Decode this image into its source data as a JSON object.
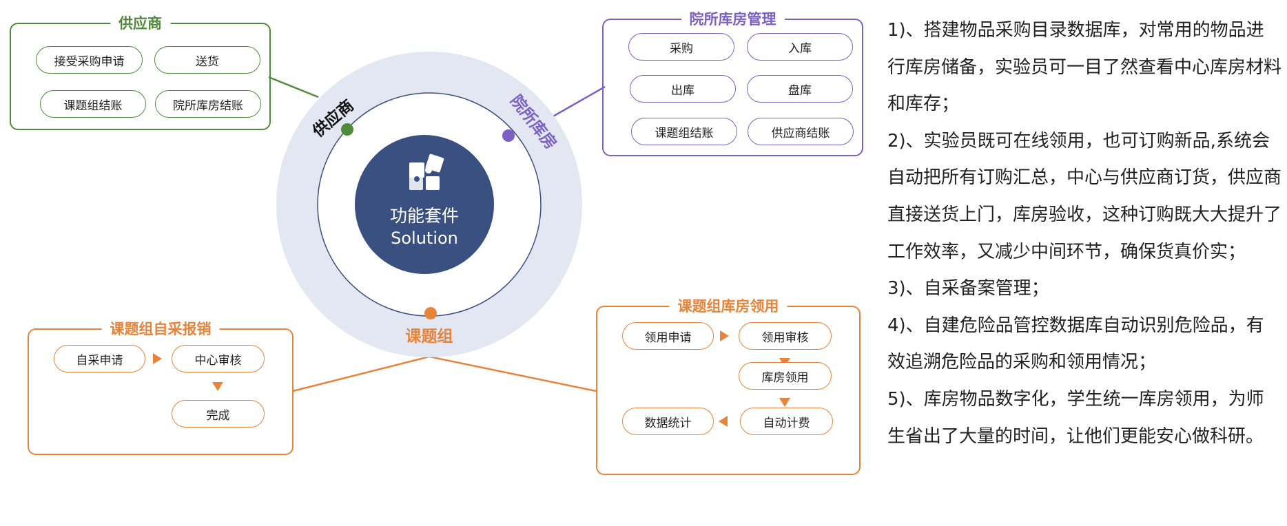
{
  "center": {
    "line1": "功能套件",
    "line2": "Solution"
  },
  "ring_labels": {
    "supplier": "供应商",
    "institute": "院所库房",
    "group": "课题组"
  },
  "supplier_box": {
    "title": "供应商",
    "items": [
      "接受采购申请",
      "送货",
      "课题组结账",
      "院所库房结账"
    ]
  },
  "institute_box": {
    "title": "院所库房管理",
    "items": [
      "采购",
      "入库",
      "出库",
      "盘库",
      "课题组结账",
      "供应商结账"
    ]
  },
  "self_purchase_box": {
    "title": "课题组自采报销",
    "items": [
      "自采申请",
      "中心审核",
      "完成"
    ]
  },
  "group_store_box": {
    "title": "课题组库房领用",
    "items": [
      "领用申请",
      "领用审核",
      "库房领用",
      "自动计费",
      "数据统计"
    ]
  },
  "description": [
    "1)、搭建物品采购目录数据库，对常用的物品进行库房储备，实验员可一目了然查看中心库房材料和库存；",
    "2)、实验员既可在线领用，也可订购新品,系统会自动把所有订购汇总，中心与供应商订货，供应商直接送货上门，库房验收，这种订购既大大提升了工作效率，又减少中间环节，确保货真价实；",
    "3)、自采备案管理；",
    "4)、自建危险品管控数据库自动识别危险品，有效追溯危险品的采购和领用情况；",
    "5)、库房物品数字化，学生统一库房领用，为师生省出了大量的时间，让他们更能安心做科研。"
  ],
  "colors": {
    "green": "#4f8a3a",
    "purple": "#7b61c4",
    "orange": "#e8843a",
    "navy": "#3a5080",
    "ring": "#e3e7f2"
  },
  "icon": "puzzle-icon"
}
